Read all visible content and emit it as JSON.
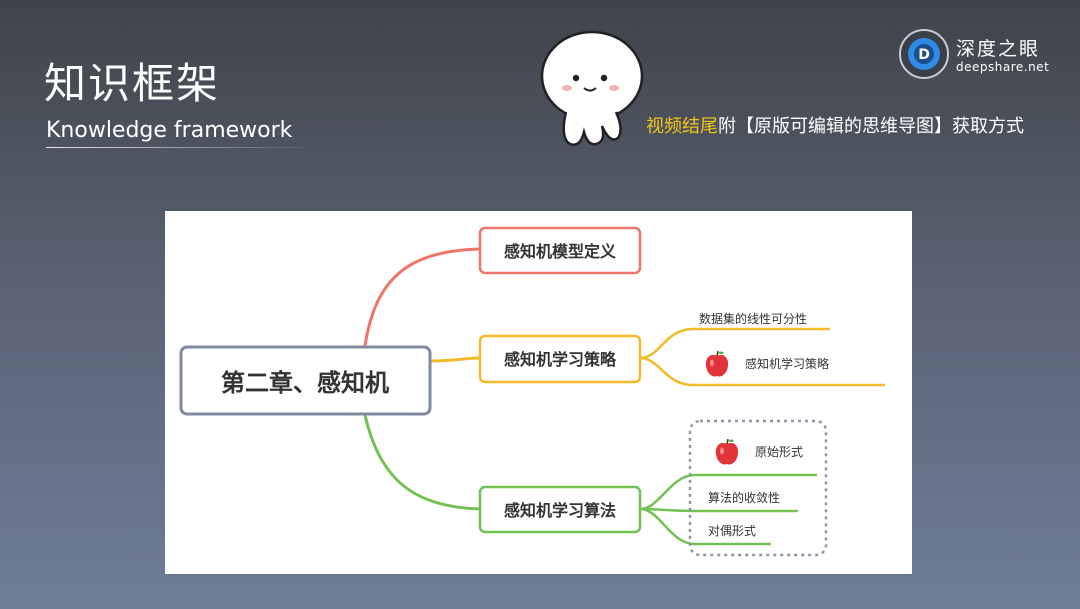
{
  "header": {
    "title_cn": "知识框架",
    "title_en": "Knowledge framework"
  },
  "notice": {
    "highlight": "视频结尾",
    "rest": "附【原版可编辑的思维导图】获取方式"
  },
  "brand": {
    "name": "深度之眼",
    "url": "deepshare.net",
    "logo_letter": "D"
  },
  "mindmap": {
    "root": "第二章、感知机",
    "branches": [
      {
        "label": "感知机模型定义",
        "color": "#f0746a",
        "children": []
      },
      {
        "label": "感知机学习策略",
        "color": "#f3bb2a",
        "children": [
          {
            "label": "数据集的线性可分性",
            "icon": ""
          },
          {
            "label": "感知机学习策略",
            "icon": "apple-icon"
          }
        ]
      },
      {
        "label": "感知机学习算法",
        "color": "#72c152",
        "children": [
          {
            "label": "原始形式",
            "icon": "apple-icon"
          },
          {
            "label": "算法的收敛性",
            "icon": ""
          },
          {
            "label": "对偶形式",
            "icon": ""
          }
        ]
      }
    ]
  },
  "colors": {
    "root_border": "#7f8a9e",
    "dotted_box": "#8d96a6",
    "apple_red": "#e0333a"
  }
}
